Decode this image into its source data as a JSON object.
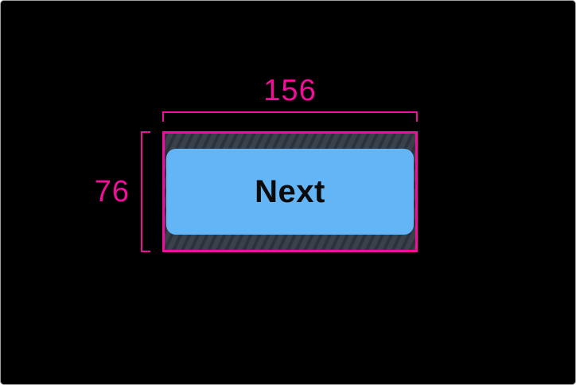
{
  "figure": {
    "type": "touch-target-spec",
    "width_annotation": "156",
    "height_annotation": "76",
    "button": {
      "label": "Next"
    }
  },
  "colors": {
    "annotation_pink": "#f20d9a",
    "button_fill": "#64b5f6",
    "button_text": "#0b0b0b",
    "hatch_base": "#3a414c",
    "hatch_stripe": "#2c313b",
    "canvas_bg": "#000000",
    "frame_border": "#a0a0a0"
  }
}
